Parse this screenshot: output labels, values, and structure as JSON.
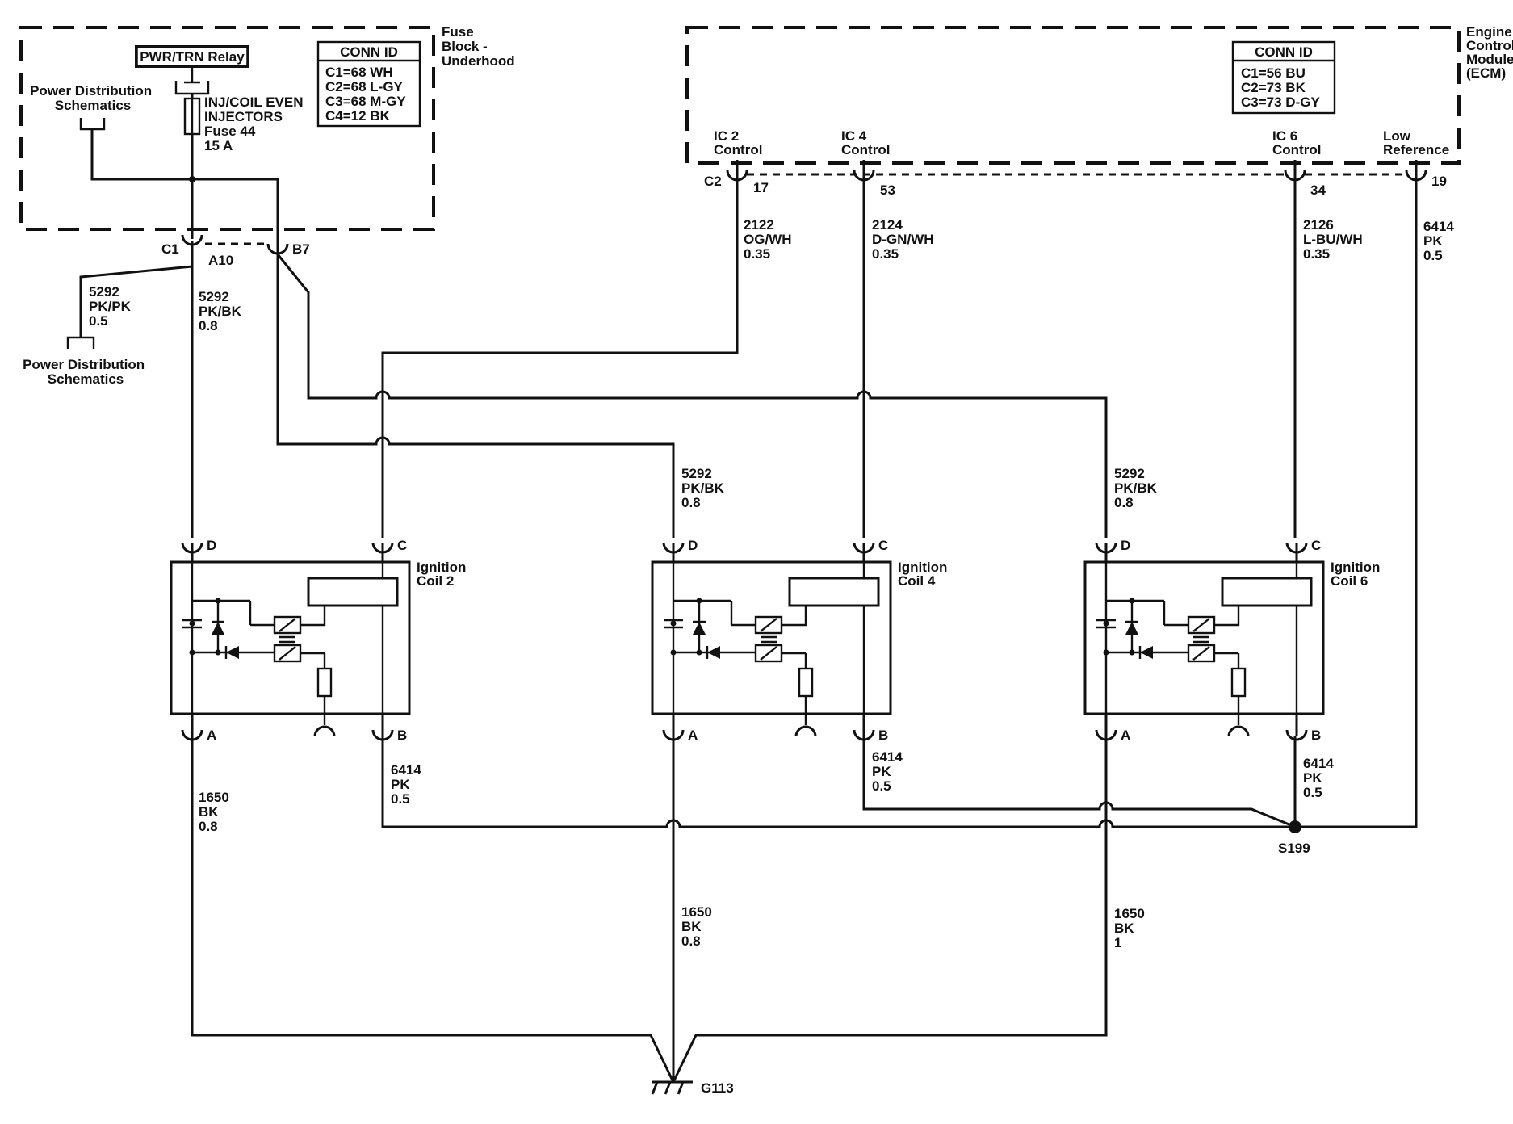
{
  "fuse_block": {
    "relay_label": "PWR/TRN Relay",
    "title": [
      "Fuse",
      "Block -",
      "Underhood"
    ],
    "conn_id_title": "CONN ID",
    "conn_ids": [
      "C1=68 WH",
      "C2=68 L-GY",
      "C3=68 M-GY",
      "C4=12 BK"
    ],
    "fuse_label": [
      "INJ/COIL EVEN",
      "INJECTORS",
      "Fuse 44",
      "15 A"
    ],
    "power_dist_top": [
      "Power Distribution",
      "Schematics"
    ],
    "power_dist_left": [
      "Power Distribution",
      "Schematics"
    ],
    "conn_c1": "C1",
    "pin_a10": "A10",
    "pin_b7": "B7"
  },
  "ecm": {
    "title": [
      "Engine",
      "Control",
      "Module",
      "(ECM)"
    ],
    "conn_id_title": "CONN ID",
    "conn_ids": [
      "C1=56 BU",
      "C2=73 BK",
      "C3=73 D-GY"
    ],
    "connector": "C2",
    "terminals": {
      "ic2": {
        "name": [
          "IC 2",
          "Control"
        ],
        "pin": "17"
      },
      "ic4": {
        "name": [
          "IC 4",
          "Control"
        ],
        "pin": "53"
      },
      "ic6": {
        "name": [
          "IC 6",
          "Control"
        ],
        "pin": "34"
      },
      "lowref": {
        "name": [
          "Low",
          "Reference"
        ],
        "pin": "19"
      }
    }
  },
  "wires": {
    "w5292_pkpk": [
      "5292",
      "PK/PK",
      "0.5"
    ],
    "w5292_coil2": [
      "5292",
      "PK/BK",
      "0.8"
    ],
    "w5292_coil4": [
      "5292",
      "PK/BK",
      "0.8"
    ],
    "w5292_coil6": [
      "5292",
      "PK/BK",
      "0.8"
    ],
    "w2122": [
      "2122",
      "OG/WH",
      "0.35"
    ],
    "w2124": [
      "2124",
      "D-GN/WH",
      "0.35"
    ],
    "w2126": [
      "2126",
      "L-BU/WH",
      "0.35"
    ],
    "w6414_ecm": [
      "6414",
      "PK",
      "0.5"
    ],
    "w6414_coil2": [
      "6414",
      "PK",
      "0.5"
    ],
    "w6414_coil4": [
      "6414",
      "PK",
      "0.5"
    ],
    "w6414_coil6": [
      "6414",
      "PK",
      "0.5"
    ],
    "w1650_coil2": [
      "1650",
      "BK",
      "0.8"
    ],
    "w1650_coil4": [
      "1650",
      "BK",
      "0.8"
    ],
    "w1650_coil6": [
      "1650",
      "BK",
      "1"
    ]
  },
  "coils": [
    {
      "name": [
        "Ignition",
        "Coil 2"
      ],
      "pins": {
        "D": "D",
        "C": "C",
        "A": "A",
        "B": "B"
      }
    },
    {
      "name": [
        "Ignition",
        "Coil 4"
      ],
      "pins": {
        "D": "D",
        "C": "C",
        "A": "A",
        "B": "B"
      }
    },
    {
      "name": [
        "Ignition",
        "Coil 6"
      ],
      "pins": {
        "D": "D",
        "C": "C",
        "A": "A",
        "B": "B"
      }
    }
  ],
  "splice": "S199",
  "ground": "G113"
}
